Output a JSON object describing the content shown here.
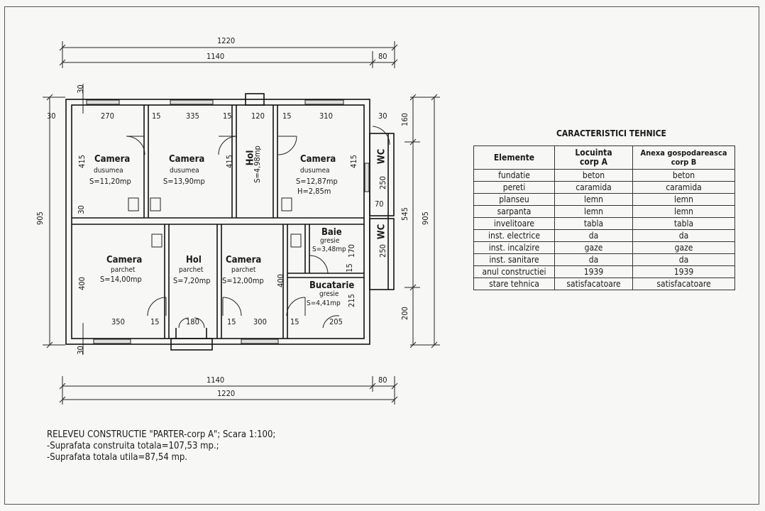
{
  "dimensions": {
    "top_total": "1220",
    "top_main": "1140",
    "top_ext": "80",
    "bottom_main": "1140",
    "bottom_ext": "80",
    "bottom_total": "1220",
    "left_total": "905",
    "right_total": "905",
    "right_545": "545",
    "right_160": "160",
    "right_200": "200",
    "top_30_vert": "30",
    "bot_30_vert": "30",
    "row_a": [
      "30",
      "270",
      "15",
      "335",
      "15",
      "120",
      "15",
      "310",
      "30"
    ],
    "row_b": [
      "350",
      "15",
      "180",
      "15",
      "300",
      "15",
      "205"
    ],
    "v415_a": "415",
    "v415_b": "415",
    "v415_c": "415",
    "v30_mid": "30",
    "v400_a": "400",
    "v400_b": "400",
    "v250_a": "250",
    "v250_b": "250",
    "v70": "70",
    "v170": "170",
    "v215": "215",
    "h15_baie": "15"
  },
  "rooms": {
    "r1": {
      "name": "Camera",
      "sub": "dusumea",
      "area": "S=11,20mp"
    },
    "r2": {
      "name": "Camera",
      "sub": "dusumea",
      "area": "S=13,90mp"
    },
    "r3": {
      "name": "Hol",
      "area": "S=4,98mp"
    },
    "r4": {
      "name": "Camera",
      "sub": "dusumea",
      "area": "S=12,87mp",
      "height": "H=2,85m"
    },
    "wc1": {
      "name": "WC"
    },
    "wc2": {
      "name": "WC"
    },
    "r5": {
      "name": "Camera",
      "sub": "parchet",
      "area": "S=14,00mp"
    },
    "r6": {
      "name": "Hol",
      "sub": "parchet",
      "area": "S=7,20mp"
    },
    "r7": {
      "name": "Camera",
      "sub": "parchet",
      "area": "S=12,00mp"
    },
    "r8": {
      "name": "Baie",
      "sub": "gresie",
      "area": "S=3,48mp"
    },
    "r9": {
      "name": "Bucatarie",
      "sub": "gresie",
      "area": "S=4,41mp"
    }
  },
  "table": {
    "title": "CARACTERISTICI TEHNICE",
    "headers": {
      "col1": "Elemente",
      "col2_l1": "Locuinta",
      "col2_l2": "corp A",
      "col3_l1": "Anexa gospodareasca",
      "col3_l2": "corp B"
    },
    "rows": [
      {
        "el": "fundatie",
        "a": "beton",
        "b": "beton"
      },
      {
        "el": "pereti",
        "a": "caramida",
        "b": "caramida"
      },
      {
        "el": "planseu",
        "a": "lemn",
        "b": "lemn"
      },
      {
        "el": "sarpanta",
        "a": "lemn",
        "b": "lemn"
      },
      {
        "el": "invelitoare",
        "a": "tabla",
        "b": "tabla"
      },
      {
        "el": "inst. electrice",
        "a": "da",
        "b": "da"
      },
      {
        "el": "inst. incalzire",
        "a": "gaze",
        "b": "gaze"
      },
      {
        "el": "inst. sanitare",
        "a": "da",
        "b": "da"
      },
      {
        "el": "anul constructiei",
        "a": "1939",
        "b": "1939"
      },
      {
        "el": "stare tehnica",
        "a": "satisfacatoare",
        "b": "satisfacatoare"
      }
    ]
  },
  "notes": {
    "line1": "RELEVEU CONSTRUCTIE \"PARTER-corp A\"; Scara 1:100;",
    "line2": "-Suprafata construita totala=107,53 mp.;",
    "line3": "-Suprafata totala utila=87,54 mp."
  }
}
